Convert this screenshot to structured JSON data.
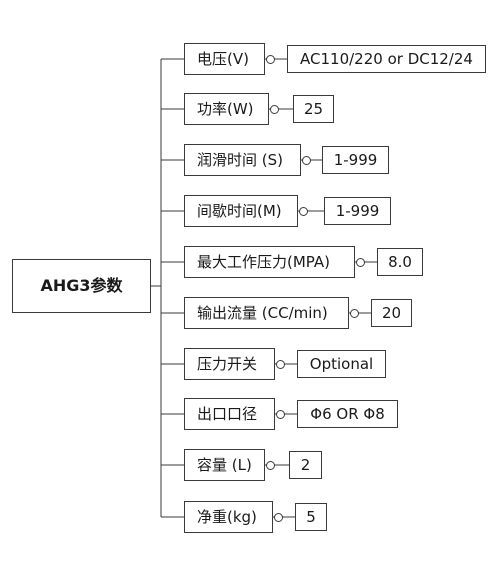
{
  "root": {
    "label": "AHG3参数"
  },
  "params": [
    {
      "label": "电压(V)",
      "value": "AC110/220 or DC12/24"
    },
    {
      "label": "功率(W)",
      "value": "25"
    },
    {
      "label": "润滑时间 (S)",
      "value": "1-999"
    },
    {
      "label": "间歇时间(M)",
      "value": "1-999"
    },
    {
      "label": "最大工作压力(MPA)",
      "value": "8.0"
    },
    {
      "label": "输出流量 (CC/min)",
      "value": "20"
    },
    {
      "label": "压力开关",
      "value": "Optional"
    },
    {
      "label": "出口口径",
      "value": "Φ6 OR Φ8"
    },
    {
      "label": "容量 (L)",
      "value": "2"
    },
    {
      "label": "净重(kg)",
      "value": "5"
    }
  ]
}
